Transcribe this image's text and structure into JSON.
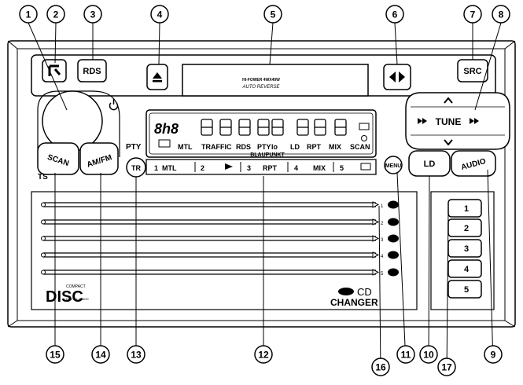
{
  "callouts": [
    "1",
    "2",
    "3",
    "4",
    "5",
    "6",
    "7",
    "8",
    "9",
    "10",
    "11",
    "12",
    "13",
    "14",
    "15",
    "16",
    "17"
  ],
  "buttons": {
    "rds": "RDS",
    "src": "SRC",
    "scan": "SCAN",
    "am_fm": "AM/FM",
    "tr": "TR",
    "pty": "PTY",
    "menu": "MENU",
    "ld": "LD",
    "audio": "AUDIO",
    "tune": "TUNE",
    "ts": "TS"
  },
  "cassette": {
    "line1": "HI-FOWER 4WX40W",
    "line2": "AUTO REVERSE"
  },
  "display": {
    "indicators": [
      "MTL",
      "TRAFFIC",
      "RDS",
      "PTY",
      "lo",
      "LD",
      "RPT",
      "MIX",
      "SCAN"
    ],
    "brand": "BLAUPUNKT",
    "preset_bar": [
      "1",
      "MTL",
      "2",
      "3",
      "RPT",
      "4",
      "MIX",
      "5"
    ]
  },
  "presets": [
    "1",
    "2",
    "3",
    "4",
    "5"
  ],
  "changer": {
    "slots": [
      "1",
      "2",
      "3",
      "4",
      "5"
    ],
    "label_cd": "CD",
    "label_changer": "CHANGER"
  },
  "disc_logo": {
    "big": "DISC",
    "compact": "COMPACT",
    "digital": "DIGITAL AUDIO"
  }
}
